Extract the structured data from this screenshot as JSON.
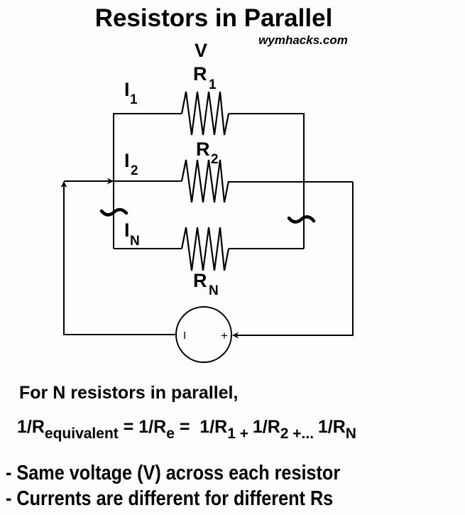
{
  "header": {
    "title": "Resistors in Parallel",
    "site": "wymhacks.com"
  },
  "circuit": {
    "voltage_label": "V",
    "resistors": [
      {
        "name": "R",
        "subscript": "1"
      },
      {
        "name": "R",
        "subscript": "2"
      },
      {
        "name": "R",
        "subscript": "N"
      }
    ],
    "currents": [
      {
        "name": "I",
        "subscript": "1"
      },
      {
        "name": "I",
        "subscript": "2"
      },
      {
        "name": "I",
        "subscript": "N"
      }
    ],
    "source": {
      "minus_symbol": "I",
      "plus_symbol": "+"
    },
    "break_symbol": "~"
  },
  "formula": {
    "intro": "For N resistors in parallel,",
    "parts": {
      "p1": "1/R",
      "p1_sub": "equivalent",
      "p2": " = 1/R",
      "p2_sub": "e",
      "p3": " =  1/R",
      "p3_sub": "1",
      "p4": " + ",
      "p5": "1/R",
      "p5_sub": "2",
      "p6": " +... ",
      "p7": "1/R",
      "p7_sub": "N"
    }
  },
  "notes": [
    "- Same voltage (V) across each resistor",
    "- Currents are different for different Rs"
  ]
}
